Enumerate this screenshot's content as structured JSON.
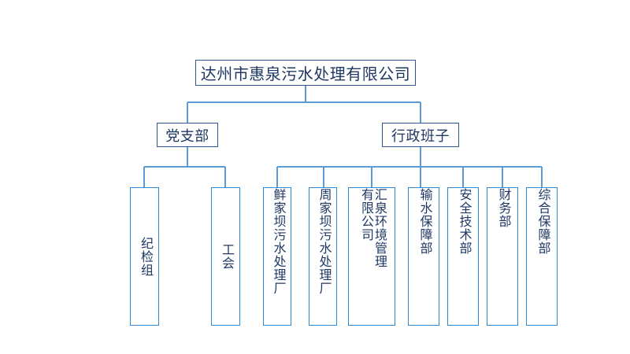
{
  "diagram": {
    "type": "organizational-chart",
    "title_node": "达州市惠泉污水处理有限公司",
    "colors": {
      "root_border": "#2F5597",
      "mid_border": "#2F5597",
      "leaf_border": "#2E8BD8",
      "connector": "#5B9BD5",
      "text": "#1F3864",
      "background": "#FFFFFF"
    }
  },
  "root": {
    "label": "达州市惠泉污水处理有限公司"
  },
  "level2": [
    {
      "id": "party-branch",
      "label": "党支部"
    },
    {
      "id": "admin-team",
      "label": "行政班子"
    }
  ],
  "leaves_party": [
    {
      "id": "discipline-group",
      "label": "纪检组"
    },
    {
      "id": "labor-union",
      "label": "工会"
    }
  ],
  "leaves_admin": [
    {
      "id": "xianjiaba-plant",
      "label": "鲜家坝污水处理厂"
    },
    {
      "id": "zhoujiaba-plant",
      "label": "周家坝污水处理厂"
    },
    {
      "id": "huiquan-env-ltd",
      "label_col1": "汇泉环境管理",
      "label_col2": "有限公司"
    },
    {
      "id": "water-transport-dept",
      "label": "输水保障部"
    },
    {
      "id": "safety-tech-dept",
      "label": "安全技术部"
    },
    {
      "id": "finance-dept",
      "label": "财务部"
    },
    {
      "id": "general-support-dept",
      "label": "综合保障部"
    }
  ]
}
